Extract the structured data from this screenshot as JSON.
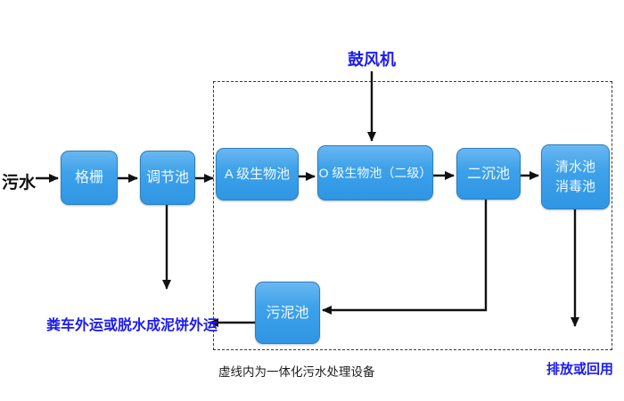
{
  "diagram": {
    "labels": {
      "influent": "污水",
      "blower": "鼓风机",
      "sludge_disposal": "粪车外运或脱水成泥饼外运",
      "equipment_caption": "虚线内为一体化污水处理设备",
      "effluent": "排放或回用"
    },
    "nodes": {
      "grid": "格栅",
      "regulating_tank": "调节池",
      "a_bio_tank": "A 级生物池",
      "o_bio_tank": "O 级生物池（二级）",
      "secondary_clarifier": "二沉池",
      "clear_water_tank_line1": "清水池",
      "clear_water_tank_line2": "消毒池",
      "sludge_tank": "污泥池"
    },
    "colors": {
      "node_fill": "#3a9ee8",
      "node_fill_light": "#6ab7f0",
      "node_border": "#2e7fc0",
      "node_text": "#f2f9ff",
      "blue_label_text": "#1b1bef",
      "line_color": "#111111",
      "background": "#ffffff"
    }
  }
}
